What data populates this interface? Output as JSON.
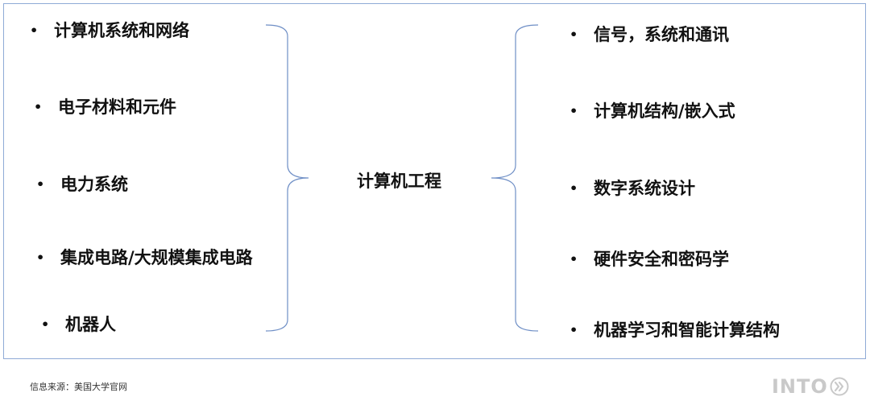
{
  "left_items": [
    "计算机系统和网络",
    "电子材料和元件",
    "电力系统",
    "集成电路/大规模集成电路",
    "机器人"
  ],
  "center": "计算机工程",
  "right_items": [
    "信号，系统和通讯",
    "计算机结构/嵌入式",
    "数字系统设计",
    "硬件安全和密码学",
    "机器学习和智能计算结构"
  ],
  "bullet": "•",
  "source": "信息来源：美国大学官网",
  "logo": "INTO",
  "colors": {
    "frame_border": "#8faad6",
    "brace_stroke": "#6f8fc6",
    "logo": "#c9c9c9"
  }
}
